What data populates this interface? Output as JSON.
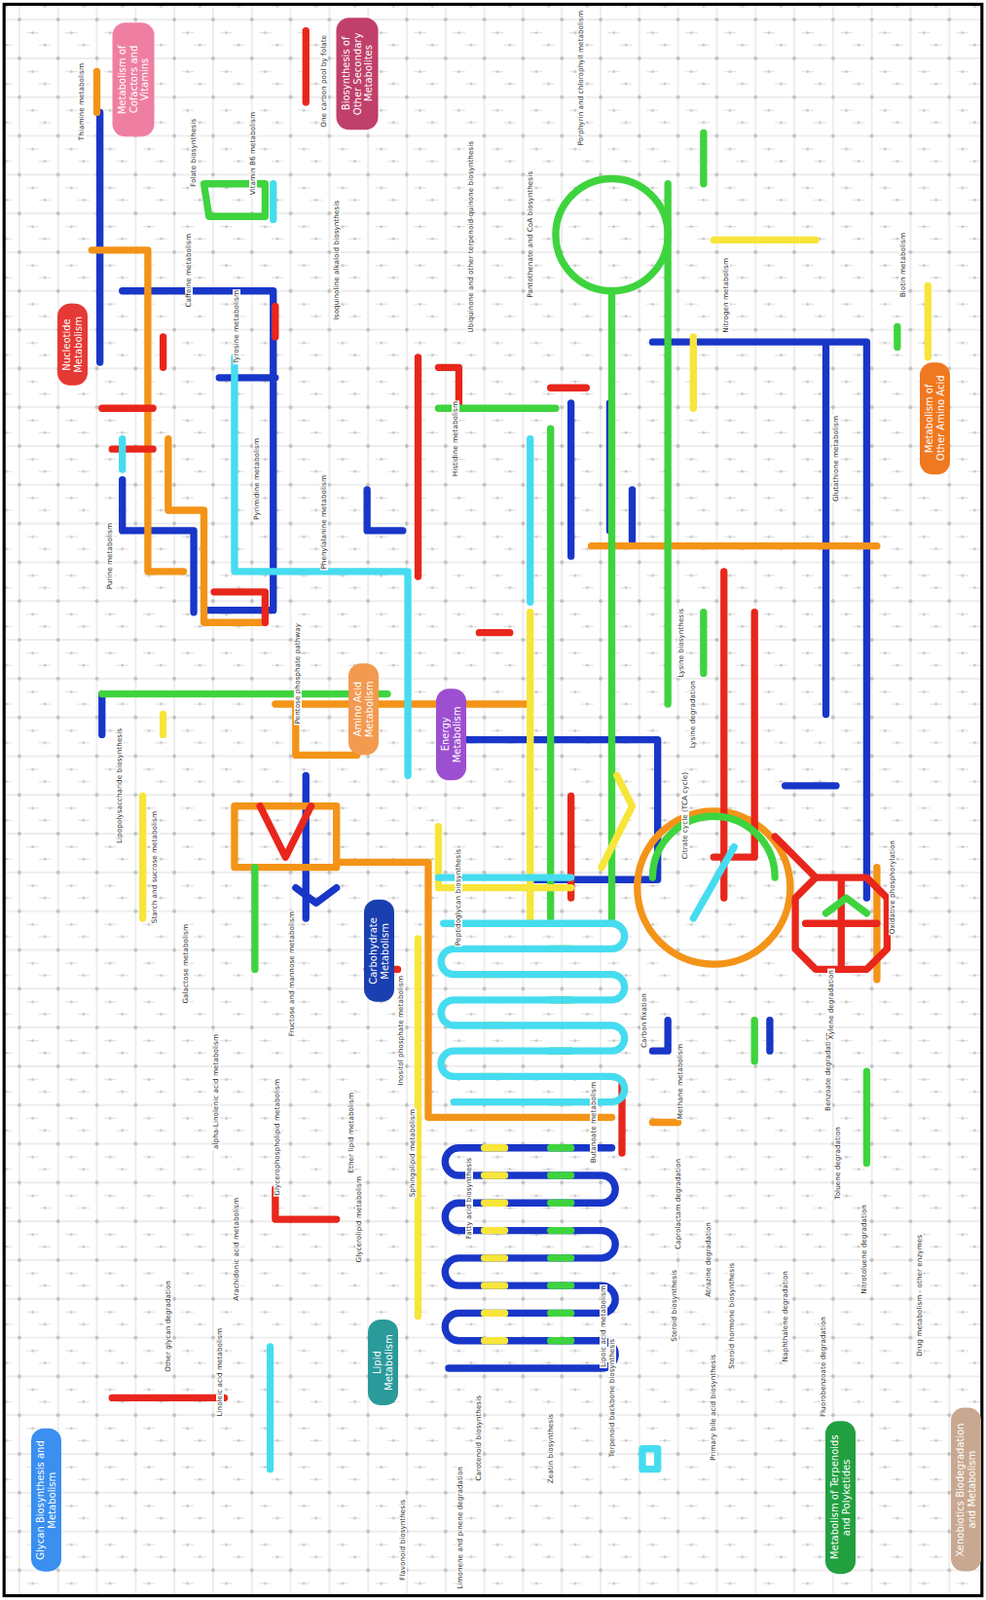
{
  "diagram": {
    "nodes": [
      {
        "text": [
          "Metabolism of Cofactors and Vitamins"
        ]
      },
      {
        "text": [
          "Biosynthesis of Other Secondary Metabolites"
        ]
      },
      {
        "text": [
          "Nucleotide Metabolism"
        ]
      },
      {
        "text": [
          "Metabolism of Other Amino Acid"
        ]
      },
      {
        "text": [
          "Amino Acid Metabolism"
        ]
      },
      {
        "text": [
          "Energy Metabolism"
        ]
      },
      {
        "text": [
          "Carbohydrate Metabolism"
        ]
      },
      {
        "text": [
          "Lipid Metabolism"
        ]
      },
      {
        "text": [
          "Glycan Biosynthesis and Metabolism"
        ]
      },
      {
        "text": [
          "Metabolism of Terpenoids and Polyketides"
        ]
      },
      {
        "text": [
          "Xenobiotics Biodegradation and Metabolism"
        ]
      }
    ],
    "labels": [
      "Thiamine metabolism",
      "Vitamin B6 metabolism",
      "Folate biosynthesis",
      "One carbon pool by folate",
      "Isoquinoline alkaloid biosynthesis",
      "Porphyrin and chlorophyll metabolism",
      "Pantothenate and CoA biosynthesis",
      "Ubiquinone and other terpenoid-quinone biosynthesis",
      "Caffeine metabolism",
      "Purine metabolism",
      "Pyrimidine metabolism",
      "Tyrosine metabolism",
      "Phenylalanine metabolism",
      "Histidine metabolism",
      "Lysine biosynthesis",
      "Lysine degradation",
      "Glutathione metabolism",
      "Biotin metabolism",
      "Nitrogen metabolism",
      "Citrate cycle (TCA cycle)",
      "Oxidative phosphorylation",
      "Pentose phosphate pathway",
      "Starch and sucrose metabolism",
      "Galactose metabolism",
      "Fructose and mannose metabolism",
      "Inositol phosphate metabolism",
      "Lipopolysaccharide biosynthesis",
      "Peptidoglycan biosynthesis",
      "Methane metabolism",
      "Carbon fixation",
      "Butanoate metabolism",
      "Fatty acid biosynthesis",
      "Glycerolipid metabolism",
      "Sphingolipid metabolism",
      "Ether lipid metabolism",
      "Arachidonic acid metabolism",
      "Linoleic acid metabolism",
      "alpha-Linolenic acid metabolism",
      "Steroid biosynthesis",
      "Primary bile acid biosynthesis",
      "Steroid hormone biosynthesis",
      "Terpenoid backbone biosynthesis",
      "Carotenoid biosynthesis",
      "Zeatin biosynthesis",
      "Limonene and pinene degradation",
      "Benzoate degradation",
      "Toluene degradation",
      "Xylene degradation",
      "Caprolactam degradation",
      "Atrazine degradation",
      "Naphthalene degradation",
      "Nitrotoluene degradation",
      "Fluorobenzoate degradation",
      "Flavonoid biosynthesis",
      "Drug metabolism - other enzymes",
      "Other glycan degradation",
      "Lipoic acid metabolism",
      "Glycerophospholipid metabolism"
    ]
  }
}
